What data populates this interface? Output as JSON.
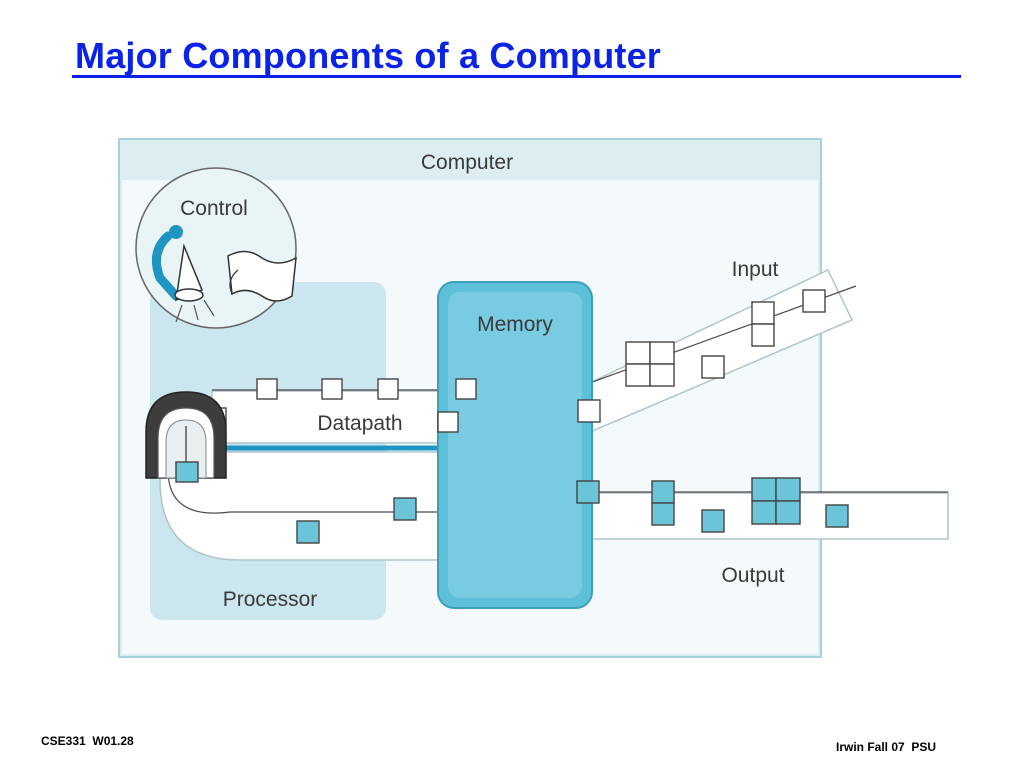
{
  "slide": {
    "title": "Major Components of a Computer",
    "footer_left": "CSE331  W01.28",
    "footer_right": "Irwin Fall 07  PSU"
  },
  "diagram": {
    "labels": {
      "computer": "Computer",
      "control": "Control",
      "input": "Input",
      "memory": "Memory",
      "datapath": "Datapath",
      "output": "Output",
      "processor": "Processor"
    },
    "colors": {
      "title_blue": "#0b23e6",
      "computer_frame": "#ddeef3",
      "processor_region": "#cbe6ef",
      "memory_fill": "#5cc0d9",
      "data_square": "#6cc4d8",
      "conveyor": "#ffffff"
    },
    "icons": {
      "control": "control-lamp-icon",
      "processor_unit": "processor-arch-icon"
    }
  }
}
